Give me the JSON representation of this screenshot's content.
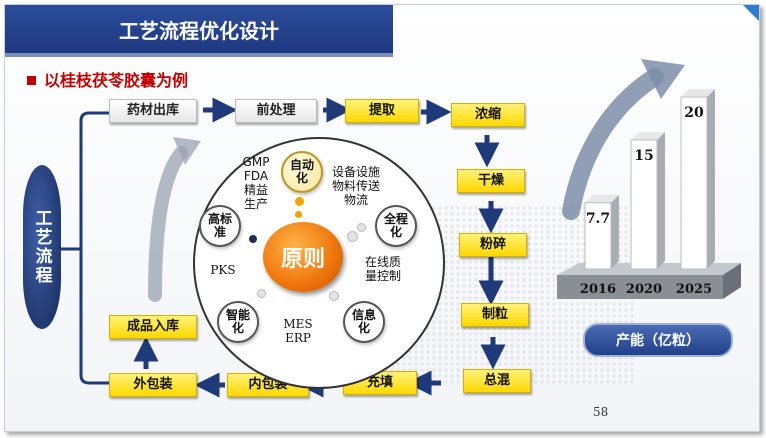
{
  "slide": {
    "title": "工艺流程优化设计",
    "subtitle": "以桂枝茯苓胶囊为例",
    "page_number": "58"
  },
  "process": {
    "vertical_label": "工艺流程",
    "steps": [
      {
        "label": "药材出库",
        "style": "white"
      },
      {
        "label": "前处理",
        "style": "white"
      },
      {
        "label": "提取",
        "style": "yellow"
      },
      {
        "label": "浓缩",
        "style": "yellow"
      },
      {
        "label": "干燥",
        "style": "yellow"
      },
      {
        "label": "粉碎",
        "style": "yellow"
      },
      {
        "label": "制粒",
        "style": "yellow"
      },
      {
        "label": "总混",
        "style": "yellow"
      },
      {
        "label": "充填",
        "style": "yellow"
      },
      {
        "label": "内包装",
        "style": "yellow"
      },
      {
        "label": "外包装",
        "style": "yellow"
      },
      {
        "label": "成品入库",
        "style": "yellow"
      }
    ]
  },
  "principles": {
    "core": "原则",
    "nodes": {
      "automation": "自动化",
      "full_process": "全程化",
      "informatization": "信息化",
      "intelligent": "智能化",
      "high_standard": "高标准"
    },
    "texts": {
      "gmp": "GMP\nFDA\n精益\n生产",
      "equipment": "设备设施\n物料传送\n物流",
      "online_qc": "在线质\n量控制",
      "mes_erp": "MES\nERP",
      "pks": "PKS"
    }
  },
  "capacity": {
    "label": "产能（亿粒）",
    "colors": {
      "bar": "#ffffff",
      "base": "#8a8f96",
      "arrow": "#7d8ea8"
    }
  },
  "chart_data": {
    "type": "bar",
    "categories": [
      "2016",
      "2020",
      "2025"
    ],
    "values": [
      7.7,
      15,
      20
    ],
    "title": "",
    "xlabel": "",
    "ylabel": "产能（亿粒）"
  }
}
